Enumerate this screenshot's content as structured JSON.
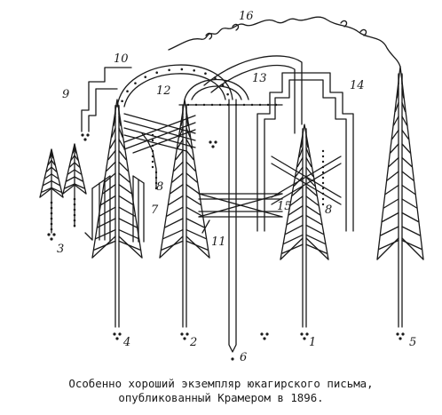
{
  "figure": {
    "labels": [
      {
        "key": "n1",
        "text": "1"
      },
      {
        "key": "n2",
        "text": "2"
      },
      {
        "key": "n3",
        "text": "3"
      },
      {
        "key": "n4",
        "text": "4"
      },
      {
        "key": "n5",
        "text": "5"
      },
      {
        "key": "n6",
        "text": "6"
      },
      {
        "key": "n7",
        "text": "7"
      },
      {
        "key": "n8a",
        "text": "8"
      },
      {
        "key": "n8b",
        "text": "8"
      },
      {
        "key": "n9",
        "text": "9"
      },
      {
        "key": "n10",
        "text": "10"
      },
      {
        "key": "n11",
        "text": "11"
      },
      {
        "key": "n12",
        "text": "12"
      },
      {
        "key": "n13",
        "text": "13"
      },
      {
        "key": "n14",
        "text": "14"
      },
      {
        "key": "n15",
        "text": "15"
      },
      {
        "key": "n16",
        "text": "16"
      }
    ]
  },
  "caption": {
    "line1": "Особенно хороший экземпляр юкагирского письма,",
    "line2": "опубликованный Крамером в 1896."
  }
}
